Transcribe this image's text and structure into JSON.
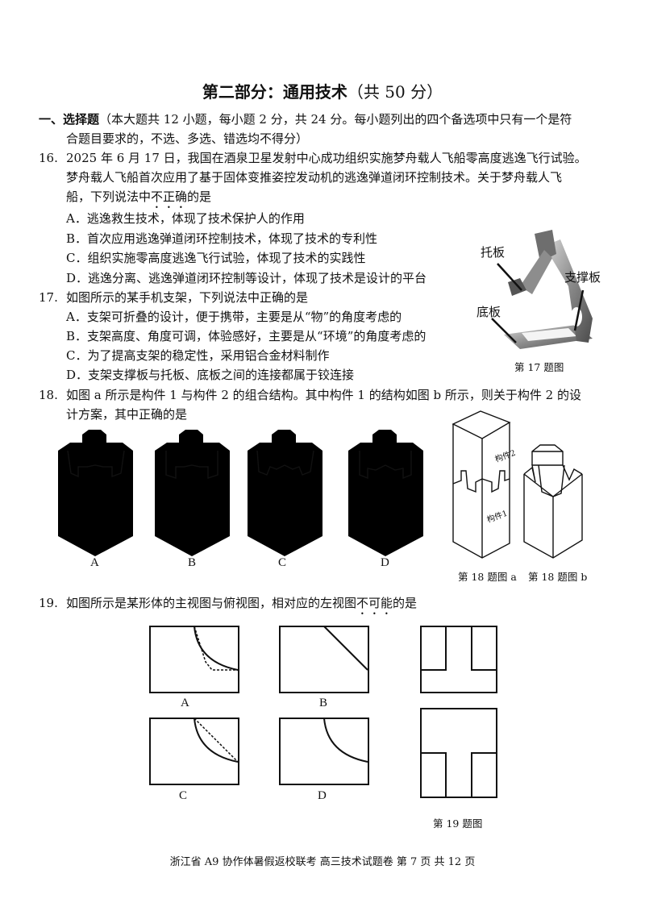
{
  "title": {
    "main": "第二部分：通用技术",
    "points": "（共 50 分）"
  },
  "section": {
    "heading": "一、选择题",
    "desc1": "（本大题共 12 小题，每小题 2 分，共 24 分。每小题列出的四个备选项中只有一个是符",
    "desc2": "合题目要求的，不选、多选、错选均不得分）"
  },
  "q16": {
    "num": "16.",
    "line1": "2025 年 6 月 17 日，我国在酒泉卫星发射中心成功组织实施梦舟载人飞船零高度逃逸飞行试验。",
    "line2": "梦舟载人飞船首次应用了基于固体变推姿控发动机的逃逸弹道闭环控制技术。关于梦舟载人飞",
    "line3_pre": "船，下列说法中",
    "line3_emph": "不正确",
    "line3_post": "的是",
    "options": [
      "A．逃逸救生技术，体现了技术保护人的作用",
      "B．首次应用逃逸弹道闭环控制技术，体现了技术的专利性",
      "C．组织实施零高度逃逸飞行试验，体现了技术的实践性",
      "D．逃逸分离、逃逸弹道闭环控制等设计，体现了技术是设计的平台"
    ]
  },
  "q17": {
    "num": "17.",
    "stem": "如图所示的某手机支架，下列说法中正确的是",
    "options": [
      "A．支架可折叠的设计，便于携带，主要是从“物”的角度考虑的",
      "B．支架高度、角度可调，体验感好，主要是从“环境”的角度考虑的",
      "C．为了提高支架的稳定性，采用铝合金材料制作",
      "D．支架支撑板与托板、底板之间的连接都属于铰连接"
    ],
    "figure": {
      "labels": [
        "托板",
        "支撑板",
        "底板"
      ],
      "caption": "第 17 题图"
    }
  },
  "q18": {
    "num": "18.",
    "line1": "如图 a 所示是构件 1 与构件 2 的组合结构。其中构件 1 的结构如图 b 所示，则关于构件 2 的设",
    "line2": "计方案，其中正确的是",
    "option_labels": [
      "A",
      "B",
      "C",
      "D"
    ],
    "figure": {
      "part2": "构件2",
      "part1": "构件1",
      "caption_a": "第 18 题图 a",
      "caption_b": "第 18 题图 b"
    }
  },
  "q19": {
    "num": "19.",
    "stem_pre": "如图所示是某形体的主视图与俯视图，相对应的左视图",
    "stem_emph": "不可能",
    "stem_post": "的是",
    "option_labels": [
      "A",
      "B",
      "C",
      "D"
    ],
    "caption": "第 19 题图"
  },
  "footer": "浙江省 A9 协作体暑假返校联考  高三技术试题卷   第 7 页 共 12 页"
}
